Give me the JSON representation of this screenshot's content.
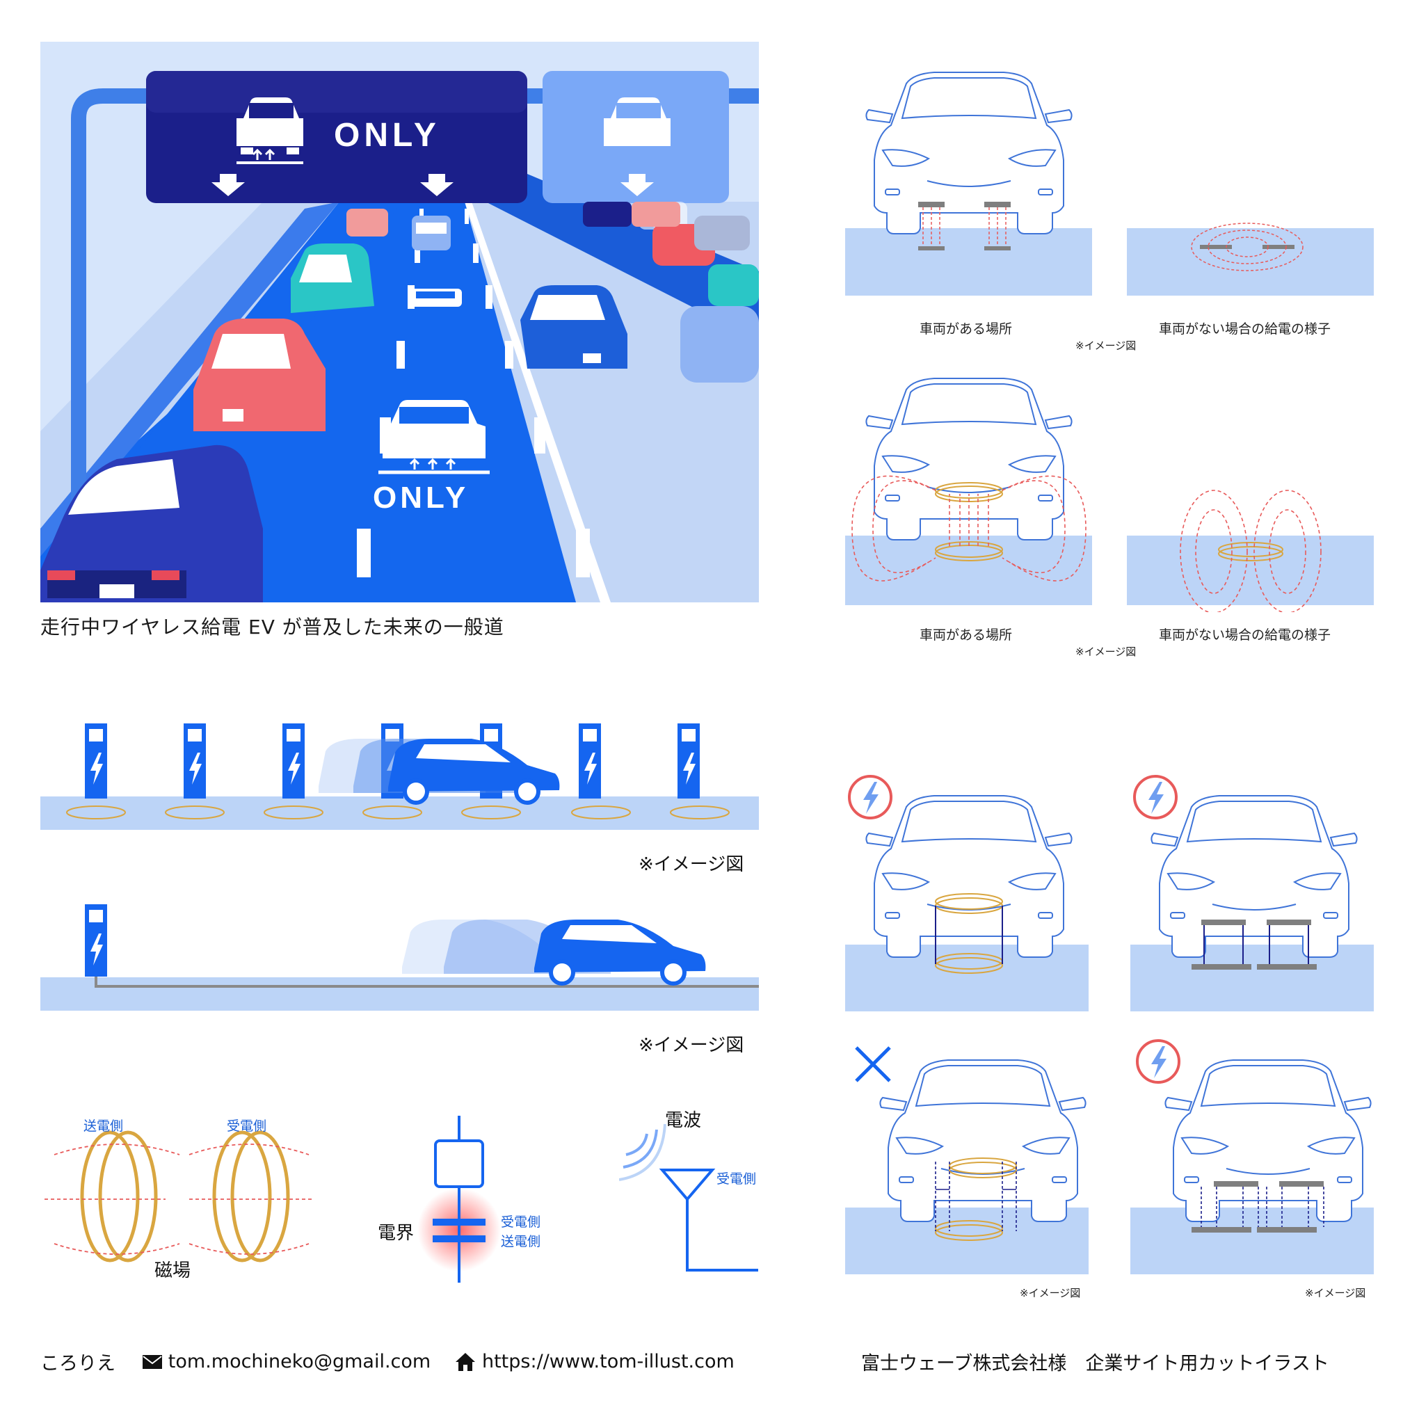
{
  "highway": {
    "sign_left_text": "ONLY",
    "road_marking_text": "ONLY",
    "caption": "走行中ワイヤレス給電 EV が普及した未来の一般道"
  },
  "field_diagrams": {
    "caption_with_vehicle": "車両がある場所",
    "caption_without_vehicle": "車両がない場合の給電の様子",
    "image_note": "※イメージ図"
  },
  "road_side": {
    "image_note_1": "※イメージ図",
    "image_note_2": "※イメージ図"
  },
  "methods": {
    "magnetic": {
      "sender_label": "送電側",
      "receiver_label": "受電側",
      "title": "磁場"
    },
    "electric": {
      "title": "電界",
      "receiver_label": "受電側",
      "sender_label": "送電側"
    },
    "radio": {
      "title": "電波",
      "receiver_label": "受電側"
    }
  },
  "car_panels": {
    "note_left": "※イメージ図",
    "note_right": "※イメージ図"
  },
  "footer": {
    "author": "ころりえ",
    "email": "tom.mochineko@gmail.com",
    "website": "https://www.tom-illust.com",
    "client": "富士ウェーブ株式会社様　企業サイト用カットイラスト"
  },
  "colors": {
    "road_blue": "#1565f0",
    "sign_navy": "#1b1f8a",
    "sign_light": "#7aa8f7",
    "ground_blue": "#bcd4f7",
    "coil_gold": "#d9a640",
    "field_red": "#e85a5a",
    "line_blue": "#1a5fd6"
  }
}
